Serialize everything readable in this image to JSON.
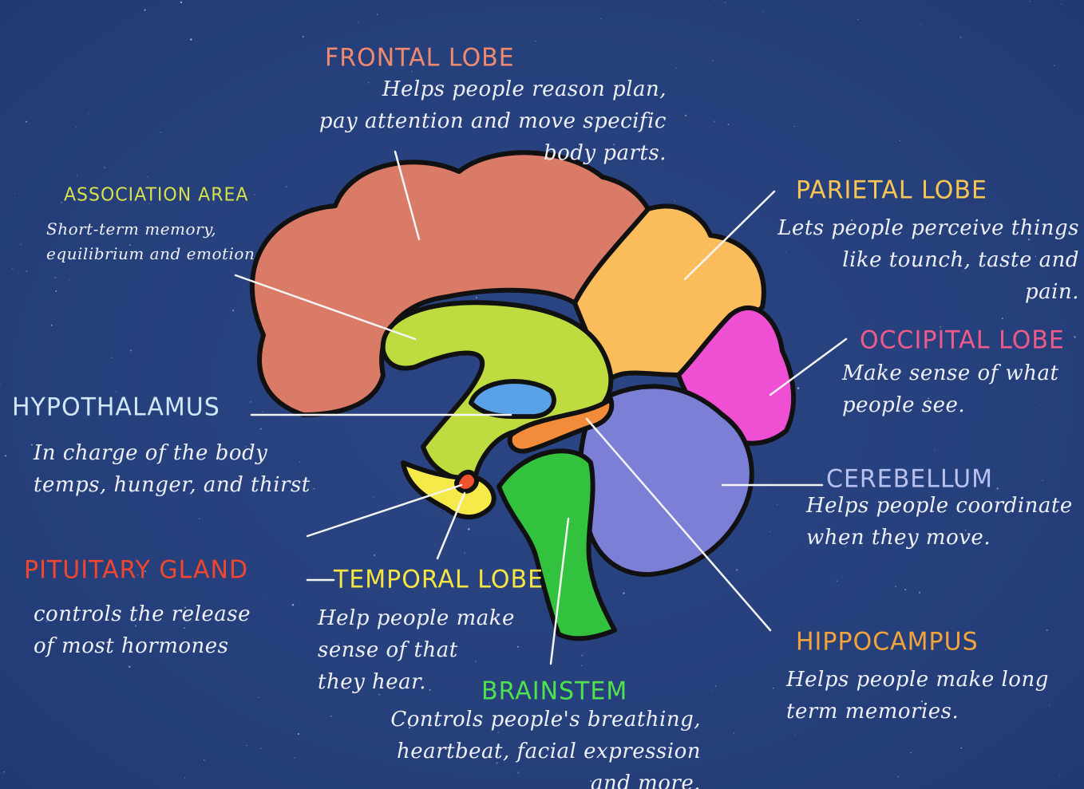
{
  "colors": {
    "background": "#273f7d",
    "frontal": "#d97b66",
    "parietal": "#fbbc5c",
    "occipital": "#ee4fd3",
    "cerebellum": "#7b7fd6",
    "brainstem": "#33c23e",
    "limbic": "#bedc3f",
    "temporal": "#f6e94a",
    "hypothalamus": "#5aa2e8",
    "pituitary": "#f0532c",
    "hippocampus": "#f28c3b",
    "outline": "#111111",
    "pointer": "#f4f4f4"
  },
  "regions": {
    "frontal_lobe": {
      "title": "FRONTAL LOBE",
      "title_color": "#f08a6e",
      "description": "Helps people reason plan,\npay attention and move specific\nbody parts."
    },
    "association_area": {
      "title": "ASSOCIATION AREA",
      "title_color": "#d7e04a",
      "description": "Short-term memory,\nequilibrium and emotion"
    },
    "parietal_lobe": {
      "title": "PARIETAL LOBE",
      "title_color": "#f9c553",
      "description": "Lets people perceive things\nlike tounch, taste and\npain."
    },
    "occipital_lobe": {
      "title": "OCCIPITAL LOBE",
      "title_color": "#f05a8a",
      "description": "Make sense of what\npeople see."
    },
    "hypothalamus": {
      "title": "HYPOTHALAMUS",
      "title_color": "#d2e7f6",
      "description": "In charge of the body\ntemps, hunger, and thirst"
    },
    "cerebellum": {
      "title": "CEREBELLUM",
      "title_color": "#b8c1ef",
      "description": "Helps people coordinate\nwhen they move."
    },
    "pituitary_gland": {
      "title": "PITUITARY GLAND",
      "title_color": "#f2462e",
      "description": "controls the release\nof most hormones"
    },
    "temporal_lobe": {
      "title": "TEMPORAL LOBE",
      "title_color": "#f7e640",
      "description": "Help people make\nsense of that\nthey hear."
    },
    "hippocampus": {
      "title": "HIPPOCAMPUS",
      "title_color": "#f5a43a",
      "description": "Helps people make long\nterm memories."
    },
    "brainstem": {
      "title": "BRAINSTEM",
      "title_color": "#4fe24f",
      "description": "Controls people's breathing,\nheartbeat, facial expression\nand more."
    }
  }
}
